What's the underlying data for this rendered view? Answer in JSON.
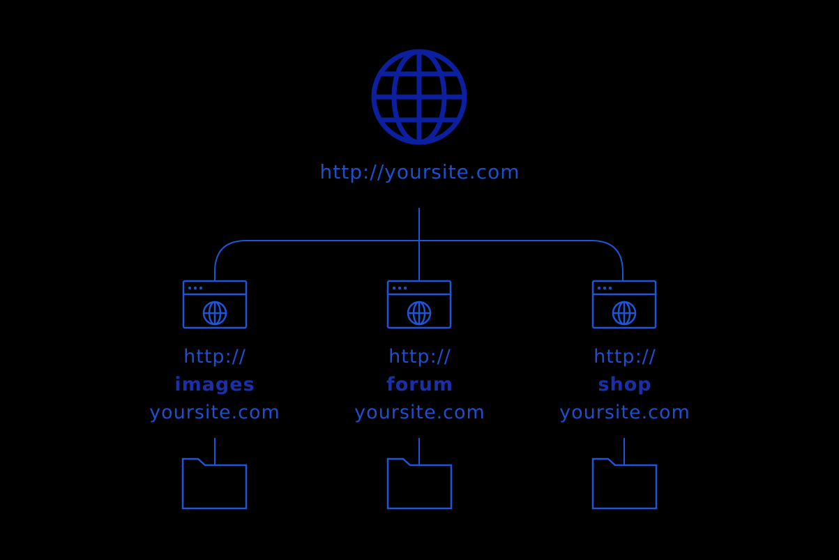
{
  "colors": {
    "background": "#000000",
    "globe": "#0c1f9e",
    "line": "#1f55d6",
    "text": "#1f4fcf",
    "subdomain_text": "#1a2fa8"
  },
  "root": {
    "icon": "globe-icon",
    "url": "http://yoursite.com"
  },
  "children": [
    {
      "icon": "browser-window-icon",
      "protocol": "http://",
      "subdomain": "images",
      "domain": "yoursite.com",
      "folder_icon": "folder-icon"
    },
    {
      "icon": "browser-window-icon",
      "protocol": "http://",
      "subdomain": "forum",
      "domain": "yoursite.com",
      "folder_icon": "folder-icon"
    },
    {
      "icon": "browser-window-icon",
      "protocol": "http://",
      "subdomain": "shop",
      "domain": "yoursite.com",
      "folder_icon": "folder-icon"
    }
  ]
}
